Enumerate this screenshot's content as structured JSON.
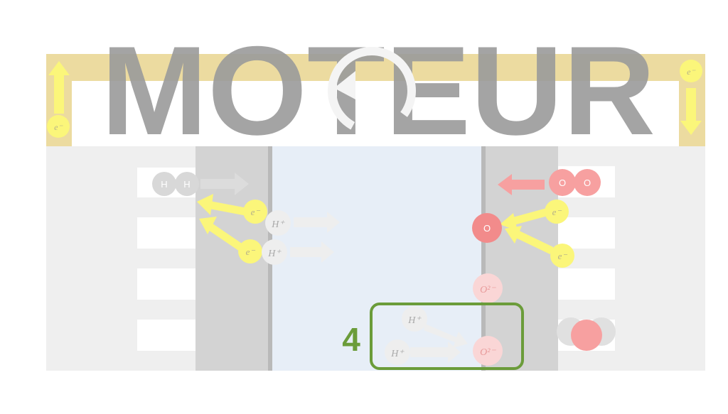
{
  "title": "MOTEUR",
  "step_number": "4",
  "labels": {
    "hydrogen": "H",
    "oxygen": "O",
    "electron": "e⁻",
    "proton": "H⁺",
    "oxide_ion": "O²⁻"
  },
  "colors": {
    "circuit": "#ecdba0",
    "electron": "#fbf67a",
    "oxygen": "#f7a0a0",
    "neutral": "#d8d8d8",
    "electrolyte": "#e7eef7",
    "electrode": "#d0d0d0",
    "panel": "#efefef",
    "highlight_box": "#6b9c3a",
    "title_text": "#999999"
  },
  "icons": [
    "rotate-arrow-icon"
  ]
}
